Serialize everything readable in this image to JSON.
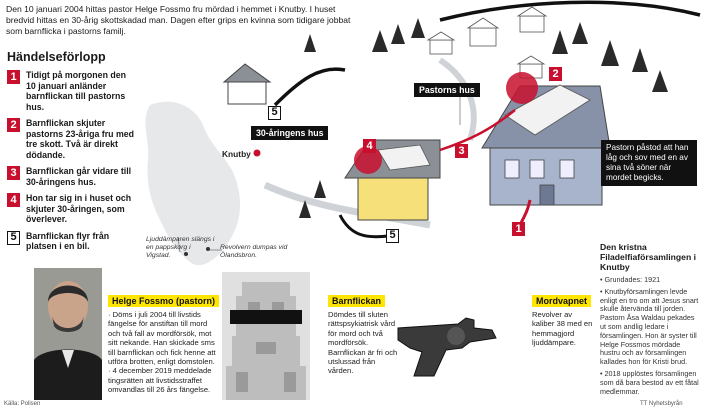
{
  "intro": "Den 10 januari 2004 hittas pastor Helge Fossmo fru mördad i hemmet i Knutby. I huset bredvid hittas en 30-årig skottskadad man. Dagen efter grips en kvinna som tidigare jobbat som barnflicka i pastorns familj.",
  "heading": "Händelseförlopp",
  "steps": [
    {
      "num": "1",
      "text": "Tidigt på morgonen den 10 januari anländer barnflickan till pastorns hus."
    },
    {
      "num": "2",
      "text": "Barnflickan skjuter pastorns 23-åriga fru med tre skott. Två är direkt dödande."
    },
    {
      "num": "3",
      "text": "Barnflickan går vidare till 30-åringens hus."
    },
    {
      "num": "4",
      "text": "Hon tar sig in i huset och skjuter 30-åringen, som överlever."
    },
    {
      "num": "5",
      "text": "Barnflickan flyr från platsen i en bil."
    }
  ],
  "map": {
    "pastor_house": "Pastorns hus",
    "house_30": "30-åringens hus",
    "knutby": "Knutby",
    "gloves_note": "Ljuddämparen slängs i en pappskorg i Vigstad.",
    "revolver_note": "Revolvern dumpas vid Ölandsbron.",
    "pastor_note": "Pastorn påstod att han låg och sov med en av sina två söner när mordet begicks.",
    "marker_labels": [
      "1",
      "2",
      "3",
      "4",
      "5",
      "5"
    ]
  },
  "people": [
    {
      "title": "Helge Fossmo (pastorn)",
      "text": "· Döms i juli 2004 till livstids fängelse för anstiftan till mord och två fall av mordförsök, mot sitt nekande. Han skickade sms till barnflickan och fick henne att utföra brotten, enligt domstolen. · 4 december 2019 meddelade tingsrätten att livstidsstraffet omvandlas till 26 års fängelse."
    },
    {
      "title": "Barnflickan",
      "text": "Dömdes till sluten rättspsykiatrisk vård för mord och två mordförsök. Barnflickan är fri och utslussad från vården."
    },
    {
      "title": "Mordvapnet",
      "text": "Revolver av kaliber 38 med en hemmagjord ljuddämpare."
    }
  ],
  "sidebar": {
    "title": "Den kristna Filadelfiaförsamlingen i Knutby",
    "items": [
      "Grundades: 1921",
      "Knutbyförsamlingen levde enligt en tro om att Jesus snart skulle återvända till jorden. Pastorn Åsa Waldau pekades ut som andlig ledare i församlingen. Hon är syster till Helge Fossmos mördade hustru och av församlingen kallades hon för Kristi brud.",
      "2018 upplöstes församlingen som då bara bestod av ett fåtal medlemmar."
    ]
  },
  "credits": {
    "left": "Källa: Polisen",
    "right": "TT Nyhetsbyrån"
  },
  "colors": {
    "accent_red": "#c8102e",
    "label_yellow": "#ffe600",
    "house_blue": "#a7b4cc",
    "house_yellow": "#f5e07a"
  }
}
